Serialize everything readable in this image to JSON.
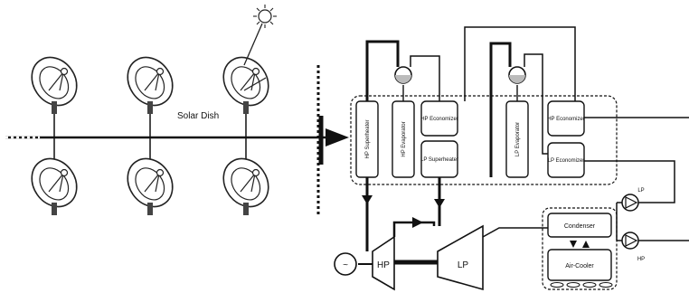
{
  "diagram": {
    "solar_field": {
      "label": "Solar Dish"
    },
    "hrsg": {
      "hp_superheater": "HP Superheater",
      "hp_evaporator": "HP Evaporator",
      "hp_economizer_1": "HP Economizer",
      "lp_superheater": "LP Superheater",
      "lp_evaporator": "LP Evaporator",
      "hp_economizer_2": "HP Economizer",
      "lp_economizer": "LP Economizer"
    },
    "turbines": {
      "hp": "HP",
      "lp": "LP"
    },
    "cooling": {
      "condenser": "Condenser",
      "air_cooler": "Air-Cooler"
    },
    "pumps": {
      "lp": "LP",
      "hp": "HP"
    },
    "generator": {
      "symbol": "~"
    }
  }
}
